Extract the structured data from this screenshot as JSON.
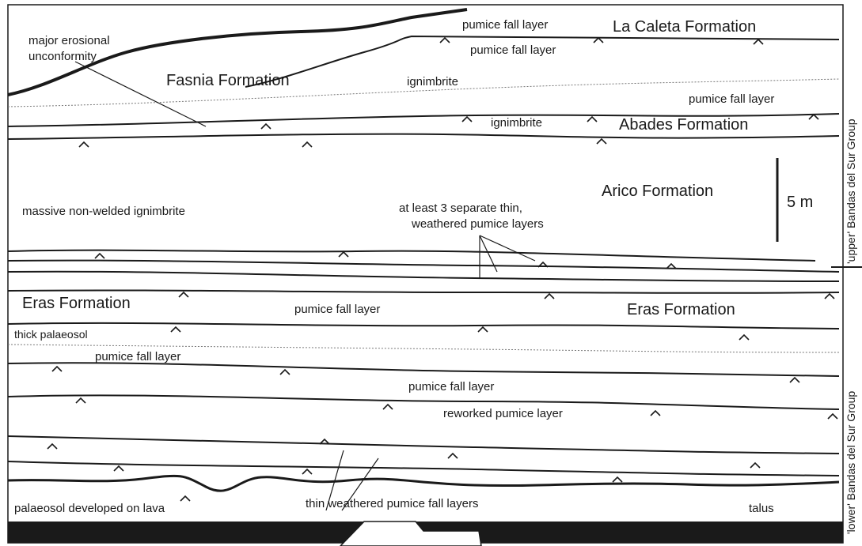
{
  "formations": {
    "la_caleta": "La Caleta Formation",
    "fasnia": "Fasnia Formation",
    "abades": "Abades Formation",
    "arico": "Arico Formation",
    "eras_left": "Eras Formation",
    "eras_right": "Eras Formation"
  },
  "labels": {
    "erosional_1": "major erosional",
    "erosional_2": "unconformity",
    "pumice_fall_top": "pumice fall layer",
    "pumice_fall_2": "pumice fall layer",
    "ignimbrite_1": "ignimbrite",
    "pumice_fall_right": "pumice fall layer",
    "ignimbrite_2": "ignimbrite",
    "massive": "massive non-welded ignimbrite",
    "three_layers_1": "at least 3 separate thin,",
    "three_layers_2": "weathered pumice layers",
    "pumice_fall_eras": "pumice fall layer",
    "thick_palaeosol": "thick palaeosol",
    "pumice_fall_lower1": "pumice fall layer",
    "pumice_fall_lower2": "pumice fall layer",
    "reworked": "reworked pumice layer",
    "palaeosol_lava": "palaeosol developed on lava",
    "thin_weathered": "thin weathered pumice fall layers",
    "talus": "talus"
  },
  "scale": {
    "label": "5 m"
  },
  "groups": {
    "upper": "'upper' Bandas del Sur Group",
    "lower": "'lower' Bandas del Sur Group"
  },
  "colors": {
    "ink": "#1a1a1a",
    "background": "#ffffff",
    "dotted": "#777777"
  }
}
